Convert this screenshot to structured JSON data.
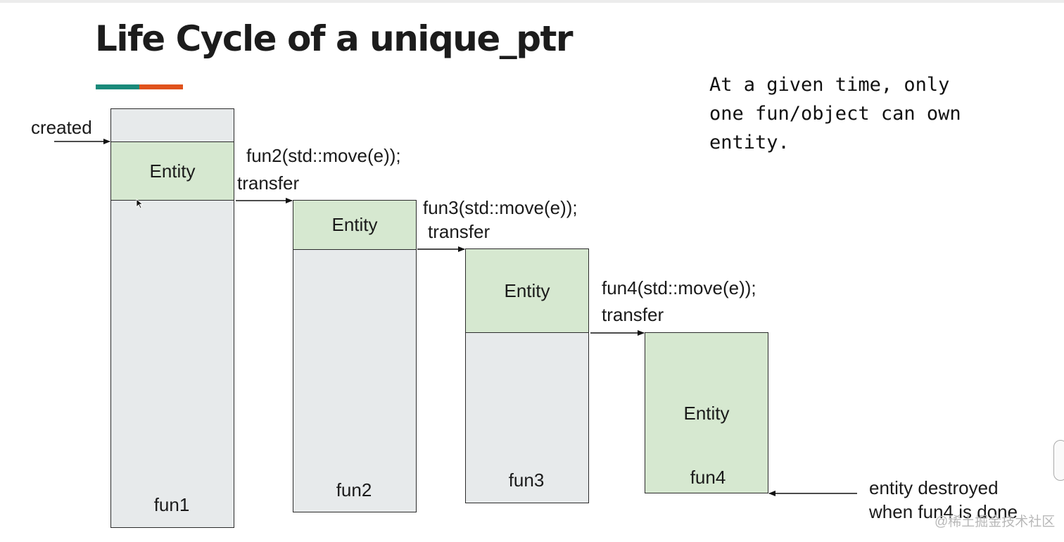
{
  "title": "Life Cycle of a unique_ptr",
  "note": [
    "At a given time, only",
    "one fun/object can own",
    "entity."
  ],
  "entity_label": "Entity",
  "functions": [
    {
      "name": "fun1"
    },
    {
      "name": "fun2",
      "call": "fun2(std::move(e));",
      "action": "transfer"
    },
    {
      "name": "fun3",
      "call": "fun3(std::move(e));",
      "action": "transfer"
    },
    {
      "name": "fun4",
      "call": "fun4(std::move(e));",
      "action": "transfer"
    }
  ],
  "created_label": "created",
  "destroyed_label": [
    "entity destroyed",
    "when fun4 is done"
  ],
  "watermark": "@稀土掘金技术社区",
  "colors": {
    "frame": "#e7eaeb",
    "entity": "#d6e8d0",
    "accent_teal": "#1a8a7a",
    "accent_orange": "#e0521c"
  }
}
